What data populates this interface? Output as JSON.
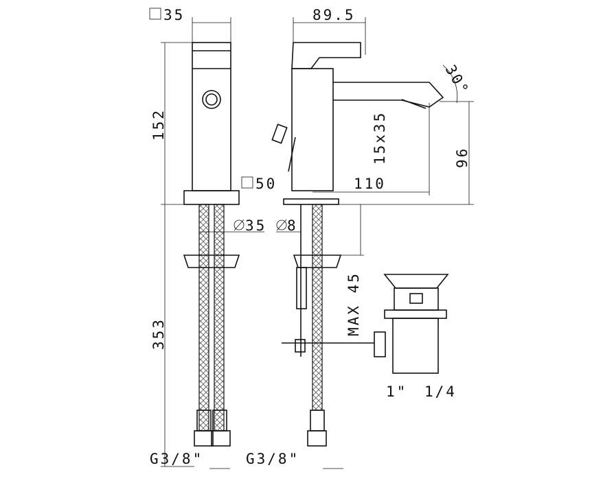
{
  "title": "Bidet mixer technical drawing",
  "dimensions": {
    "body_square": "35",
    "base_square": "50",
    "spout_projection_top": "89.5",
    "body_height": "152",
    "hose_length": "353",
    "spout_angle": "30°",
    "spout_section": "15x35",
    "spout_height": "96",
    "spout_reach": "110",
    "hole_diameter": "35",
    "rod_diameter": "8",
    "max_thickness": "MAX 45",
    "waste_size_a": "1\"",
    "waste_size_b": "1/4",
    "connection_left": "G3/8\"",
    "connection_right": "G3/8\""
  }
}
